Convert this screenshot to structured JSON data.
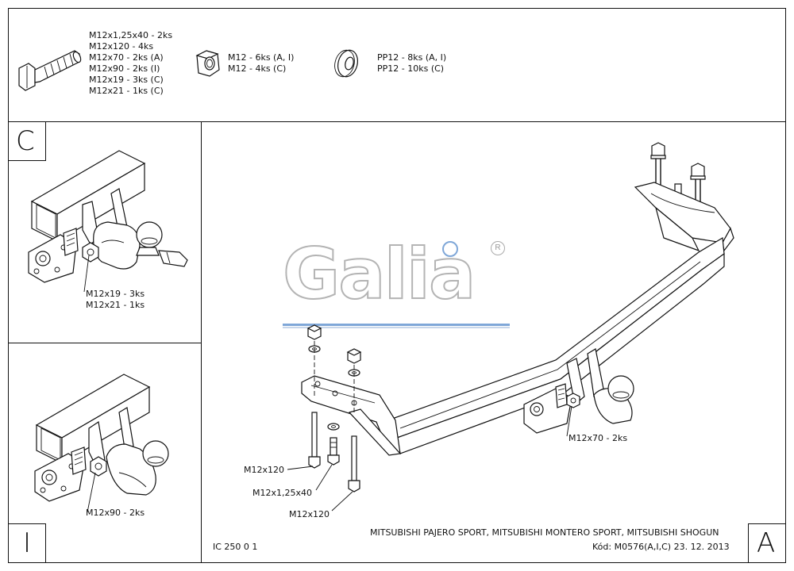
{
  "header": {
    "bolt_specs": [
      "M12x1,25x40 - 2ks",
      "M12x120 - 4ks",
      "M12x70 - 2ks (A)",
      "M12x90 - 2ks (I)",
      "M12x19 - 3ks (C)",
      "M12x21 - 1ks (C)"
    ],
    "nut_specs": [
      "M12 - 6ks (A, I)",
      "M12 - 4ks (C)"
    ],
    "washer_specs": [
      "PP12 - 8ks (A, I)",
      "PP12 - 10ks (C)"
    ]
  },
  "panel_c": {
    "letter": "C",
    "labels": [
      "M12x19 - 3ks",
      "M12x21 - 1ks"
    ]
  },
  "panel_i": {
    "letter": "I",
    "labels": [
      "M12x90 - 2ks"
    ]
  },
  "main": {
    "logo_text": "Galia",
    "logo_registered": "R",
    "callouts": {
      "bolt_long_1": "M12x120",
      "bolt_short": "M12x1,25x40",
      "bolt_long_2": "M12x120",
      "ball_bolts": "M12x70 - 2ks"
    },
    "letter": "A"
  },
  "footer": {
    "doc_code": "IC 250 0 1",
    "vehicles": "MITSUBISHI PAJERO SPORT, MITSUBISHI MONTERO SPORT, MITSUBISHI SHOGUN",
    "code_line": "Kód: M0576(A,I,C)  23. 12. 2013"
  }
}
